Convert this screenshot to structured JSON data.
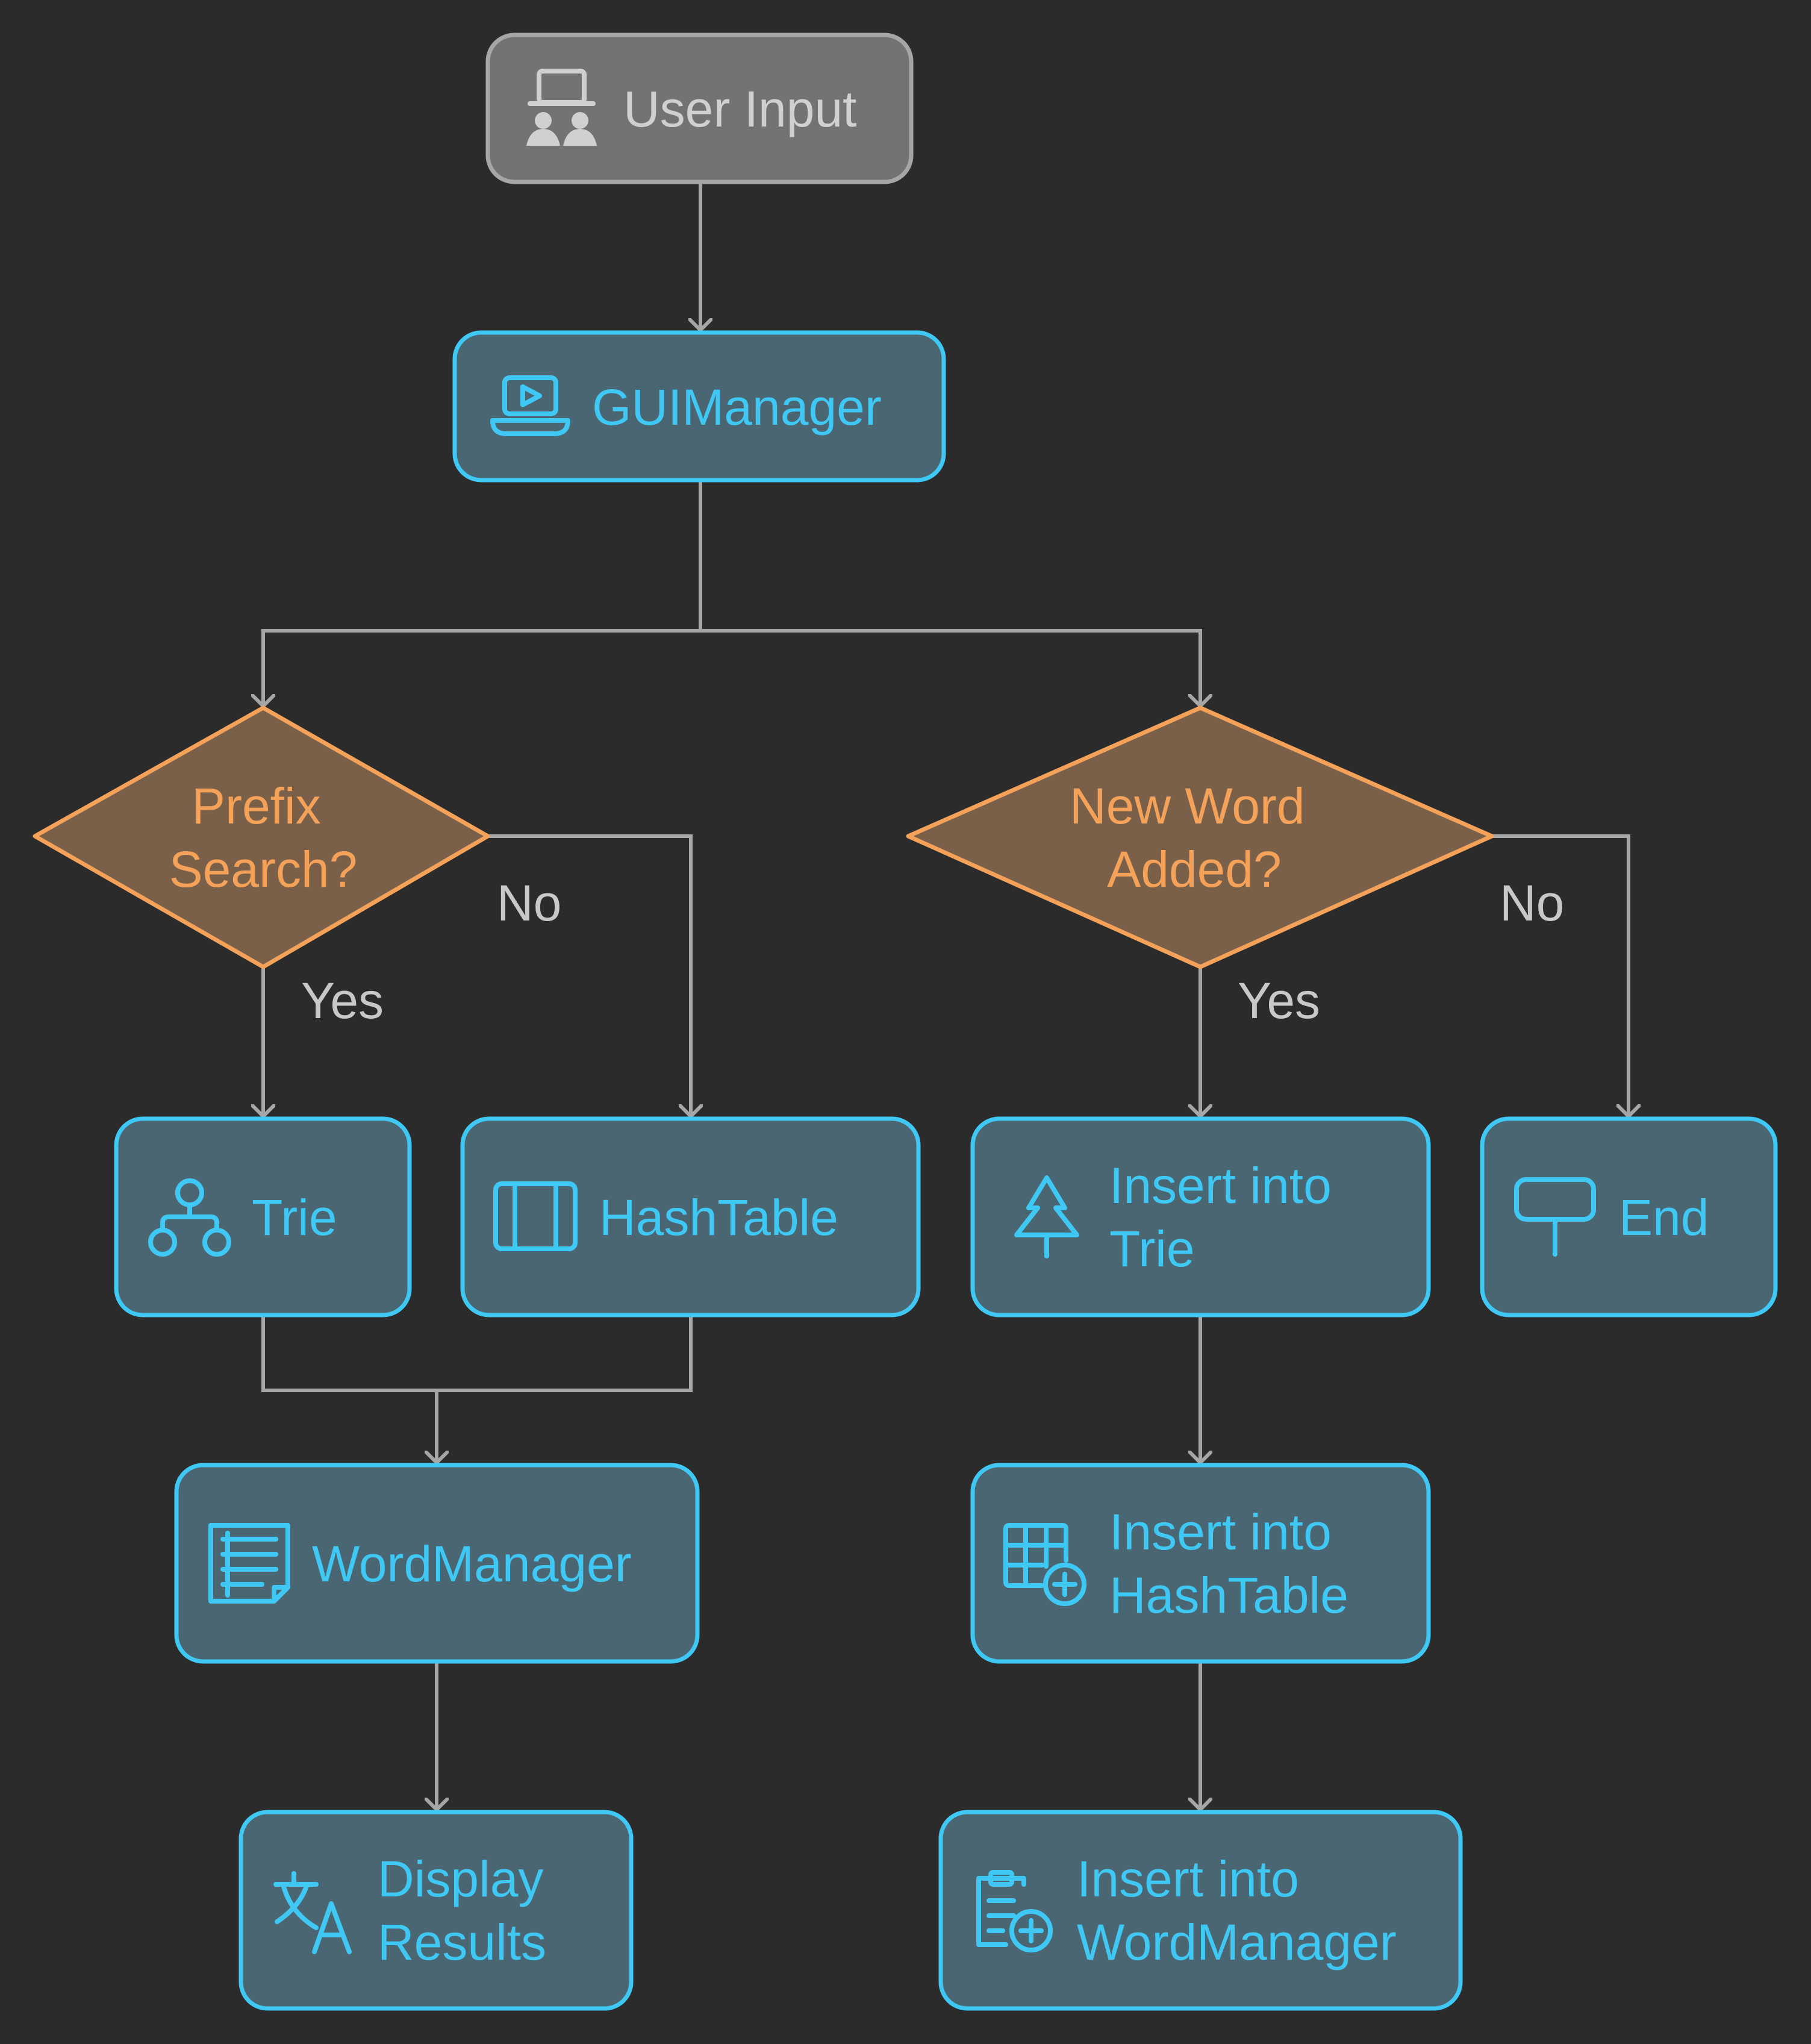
{
  "colors": {
    "background": "#2b2b2b",
    "process_fill": "#4a6672",
    "process_stroke": "#40c8f4",
    "process_text": "#40c8f4",
    "decision_fill": "#7a5f49",
    "decision_stroke": "#f4a259",
    "decision_text": "#f4a259",
    "start_fill": "#737373",
    "start_stroke": "#a6a6a6",
    "start_text": "#d0d0d0",
    "edge": "#a6a6a6",
    "edge_text": "#c8c8c8"
  },
  "nodes": {
    "user_input": {
      "lines": [
        "User Input"
      ],
      "icon": "laptop-users-icon"
    },
    "gui_manager": {
      "lines": [
        "GUIManager"
      ],
      "icon": "laptop-play-icon"
    },
    "prefix_search": {
      "lines": [
        "Prefix",
        "Search?"
      ]
    },
    "new_word_added": {
      "lines": [
        "New Word",
        "Added?"
      ]
    },
    "trie": {
      "lines": [
        "Trie"
      ],
      "icon": "tree-nodes-icon"
    },
    "hashtable": {
      "lines": [
        "HashTable"
      ],
      "icon": "columns-icon"
    },
    "insert_trie": {
      "lines": [
        "Insert into",
        "Trie"
      ],
      "icon": "pine-tree-icon"
    },
    "end": {
      "lines": [
        "End"
      ],
      "icon": "signpost-icon"
    },
    "word_manager": {
      "lines": [
        "WordManager"
      ],
      "icon": "notepad-icon"
    },
    "insert_hashtable": {
      "lines": [
        "Insert into",
        "HashTable"
      ],
      "icon": "grid-plus-icon"
    },
    "display_results": {
      "lines": [
        "Display",
        "Results"
      ],
      "icon": "translate-icon"
    },
    "insert_wordmanager": {
      "lines": [
        "Insert into",
        "WordManager"
      ],
      "icon": "clipboard-plus-icon"
    }
  },
  "edges": {
    "prefix_no": "No",
    "prefix_yes": "Yes",
    "newword_no": "No",
    "newword_yes": "Yes"
  }
}
